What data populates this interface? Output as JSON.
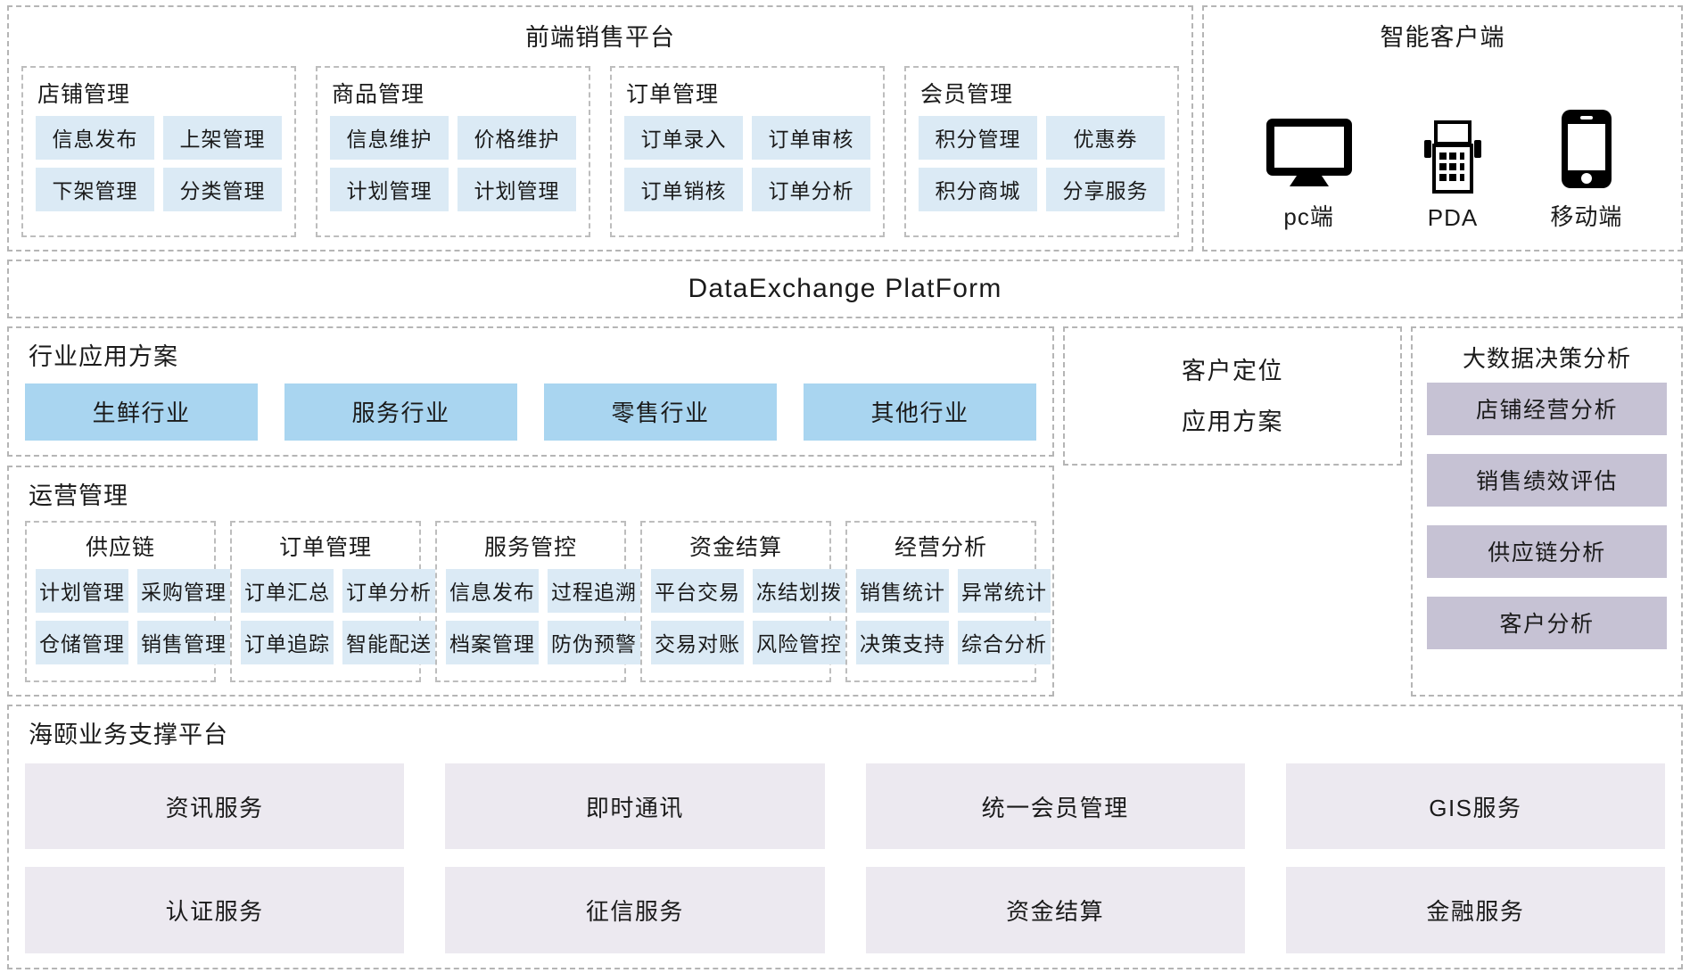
{
  "frontend": {
    "title": "前端销售平台",
    "groups": [
      {
        "title": "店铺管理",
        "rows": [
          [
            "信息发布",
            "上架管理"
          ],
          [
            "下架管理",
            "分类管理"
          ]
        ]
      },
      {
        "title": "商品管理",
        "rows": [
          [
            "信息维护",
            "价格维护"
          ],
          [
            "计划管理",
            "计划管理"
          ]
        ]
      },
      {
        "title": "订单管理",
        "rows": [
          [
            "订单录入",
            "订单审核"
          ],
          [
            "订单销核",
            "订单分析"
          ]
        ]
      },
      {
        "title": "会员管理",
        "rows": [
          [
            "积分管理",
            "优惠券"
          ],
          [
            "积分商城",
            "分享服务"
          ]
        ]
      }
    ]
  },
  "smart_client": {
    "title": "智能客户端",
    "devices": [
      {
        "icon": "monitor-icon",
        "label": "pc端"
      },
      {
        "icon": "pda-icon",
        "label": "PDA"
      },
      {
        "icon": "mobile-icon",
        "label": "移动端"
      }
    ]
  },
  "data_exchange": {
    "title": "DataExchange  PlatForm"
  },
  "industry": {
    "title": "行业应用方案",
    "items": [
      "生鲜行业",
      "服务行业",
      "零售行业",
      "其他行业"
    ]
  },
  "customer_positioning": {
    "line1": "客户定位",
    "line2": "应用方案"
  },
  "big_data": {
    "title": "大数据决策分析",
    "items": [
      "店铺经营分析",
      "销售绩效评估",
      "供应链分析",
      "客户分析"
    ]
  },
  "operations": {
    "title": "运营管理",
    "groups": [
      {
        "title": "供应链",
        "rows": [
          [
            "计划管理",
            "采购管理"
          ],
          [
            "仓储管理",
            "销售管理"
          ]
        ]
      },
      {
        "title": "订单管理",
        "rows": [
          [
            "订单汇总",
            "订单分析"
          ],
          [
            "订单追踪",
            "智能配送"
          ]
        ]
      },
      {
        "title": "服务管控",
        "rows": [
          [
            "信息发布",
            "过程追溯"
          ],
          [
            "档案管理",
            "防伪预警"
          ]
        ]
      },
      {
        "title": "资金结算",
        "rows": [
          [
            "平台交易",
            "冻结划拨"
          ],
          [
            "交易对账",
            "风险管控"
          ]
        ]
      },
      {
        "title": "经营分析",
        "rows": [
          [
            "销售统计",
            "异常统计"
          ],
          [
            "决策支持",
            "综合分析"
          ]
        ]
      }
    ]
  },
  "support_platform": {
    "title": "海颐业务支撑平台",
    "rows": [
      [
        "资讯服务",
        "即时通讯",
        "统一会员管理",
        "GIS服务"
      ],
      [
        "认证服务",
        "征信服务",
        "资金结算",
        "金融服务"
      ]
    ]
  },
  "colors": {
    "chip_blue_light": "#dbeaf5",
    "chip_blue_medium": "#a9d5f0",
    "chip_purple": "#c6c2d4",
    "chip_lavender": "#ece9f0",
    "dash_border": "#b5b5b5",
    "text": "#1a1a1a"
  }
}
